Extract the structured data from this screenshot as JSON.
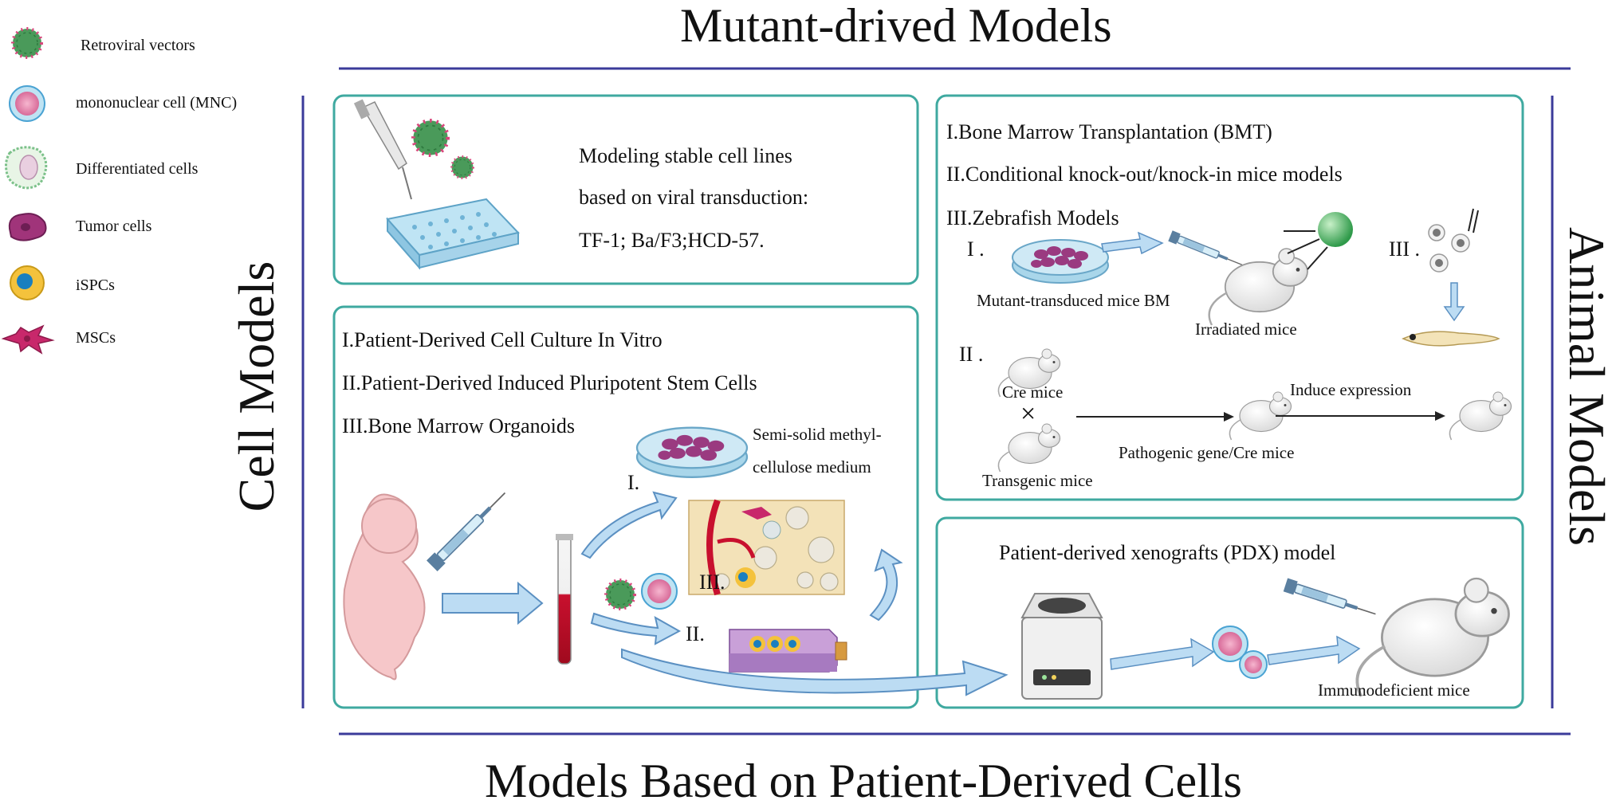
{
  "legend": [
    {
      "label": "Retroviral vectors",
      "icon": "virus-icon"
    },
    {
      "label": "mononuclear cell (MNC)",
      "icon": "mnc-cell-icon"
    },
    {
      "label": "Differentiated cells",
      "icon": "differentiated-cell-icon"
    },
    {
      "label": "Tumor cells",
      "icon": "tumor-cell-icon"
    },
    {
      "label": "iSPCs",
      "icon": "ispc-cell-icon"
    },
    {
      "label": "MSCs",
      "icon": "msc-cell-icon"
    }
  ],
  "headings": {
    "top": "Mutant-drived Models",
    "bottom": "Models Based on Patient-Derived Cells",
    "left": "Cell Models",
    "right": "Animal Models"
  },
  "viral_box": {
    "lines": [
      "Modeling stable cell lines",
      "based on viral transduction:",
      "TF-1; Ba/F3;HCD-57."
    ]
  },
  "animal_box": {
    "items": [
      "I.Bone Marrow Transplantation (BMT)",
      "II.Conditional knock-out/knock-in mice models",
      "III.Zebrafish Models"
    ],
    "roman_1": "I .",
    "roman_2": "II .",
    "roman_3": "III .",
    "mutant_bm_label": "Mutant-transduced mice BM",
    "irradiated_label": "Irradiated mice",
    "cre_label": "Cre mice",
    "transgenic_label": "Transgenic mice",
    "cross_symbol": "×",
    "induce_label": "Induce expression",
    "pathogenic_label": "Pathogenic gene/Cre mice"
  },
  "patient_box": {
    "items": [
      "I.Patient-Derived Cell Culture In Vitro",
      "II.Patient-Derived Induced Pluripotent Stem Cells",
      "III.Bone Marrow Organoids"
    ],
    "semi_solid_1": "Semi-solid methyl-",
    "semi_solid_2": "cellulose medium",
    "roman_1": "I.",
    "roman_2": "II.",
    "roman_3": "III."
  },
  "pdx_box": {
    "title": "Patient-derived xenografts (PDX) model",
    "mice_label": "Immunodeficient mice"
  },
  "colors": {
    "box_border": "#3fa9a0",
    "rule": "#3b3b9a",
    "arrow_fill": "#bcdcf3",
    "arrow_stroke": "#5b90c2",
    "virus": "#4a9a5a",
    "virus_spike": "#d8437a",
    "mnc": "#e89ab8",
    "tumor": "#a0347a",
    "ispc": "#f4c23c",
    "msc": "#c8286b"
  }
}
